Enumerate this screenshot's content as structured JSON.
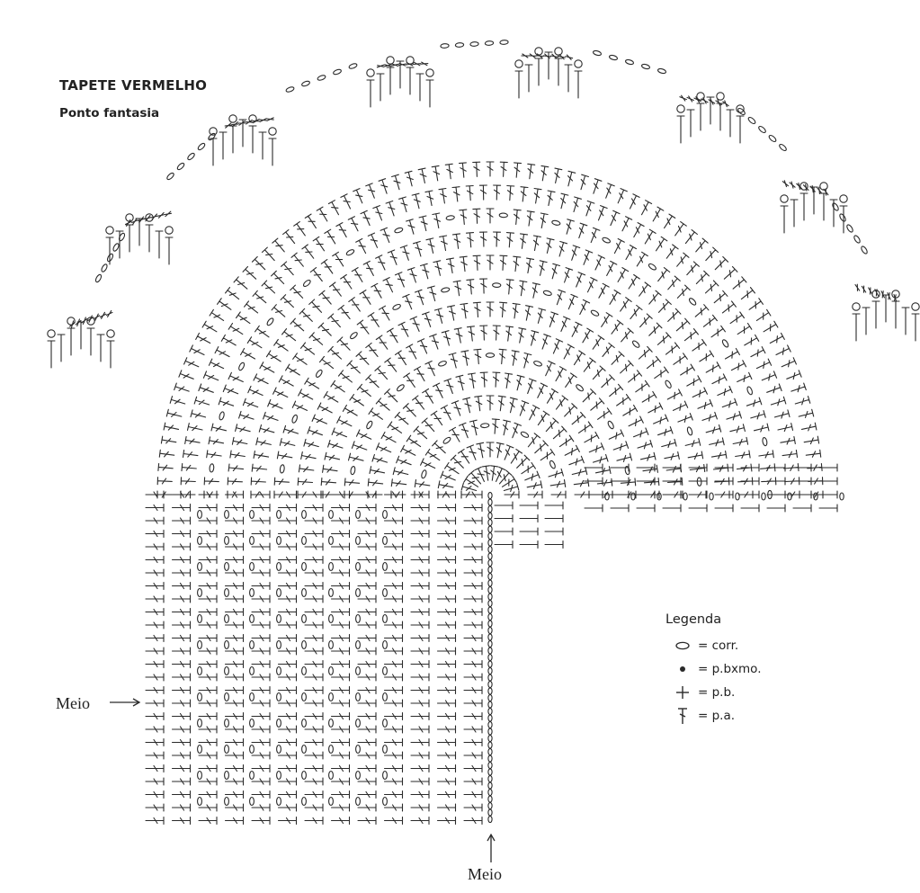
{
  "header": {
    "title": "TAPETE VERMELHO",
    "subtitle": "Ponto fantasia"
  },
  "legend": {
    "title": "Legenda",
    "items": [
      {
        "symbol": "chain-oval-icon",
        "label": "= corr."
      },
      {
        "symbol": "dot-icon",
        "label": "= p.bxmo."
      },
      {
        "symbol": "plus-cross-icon",
        "label": "= p.b."
      },
      {
        "symbol": "double-crochet-icon",
        "label": "= p.a."
      }
    ]
  },
  "markers": {
    "left_label": "Meio",
    "bottom_label": "Meio"
  },
  "colors": {
    "ink": "#2a2a2a",
    "paper": "#ffffff"
  }
}
